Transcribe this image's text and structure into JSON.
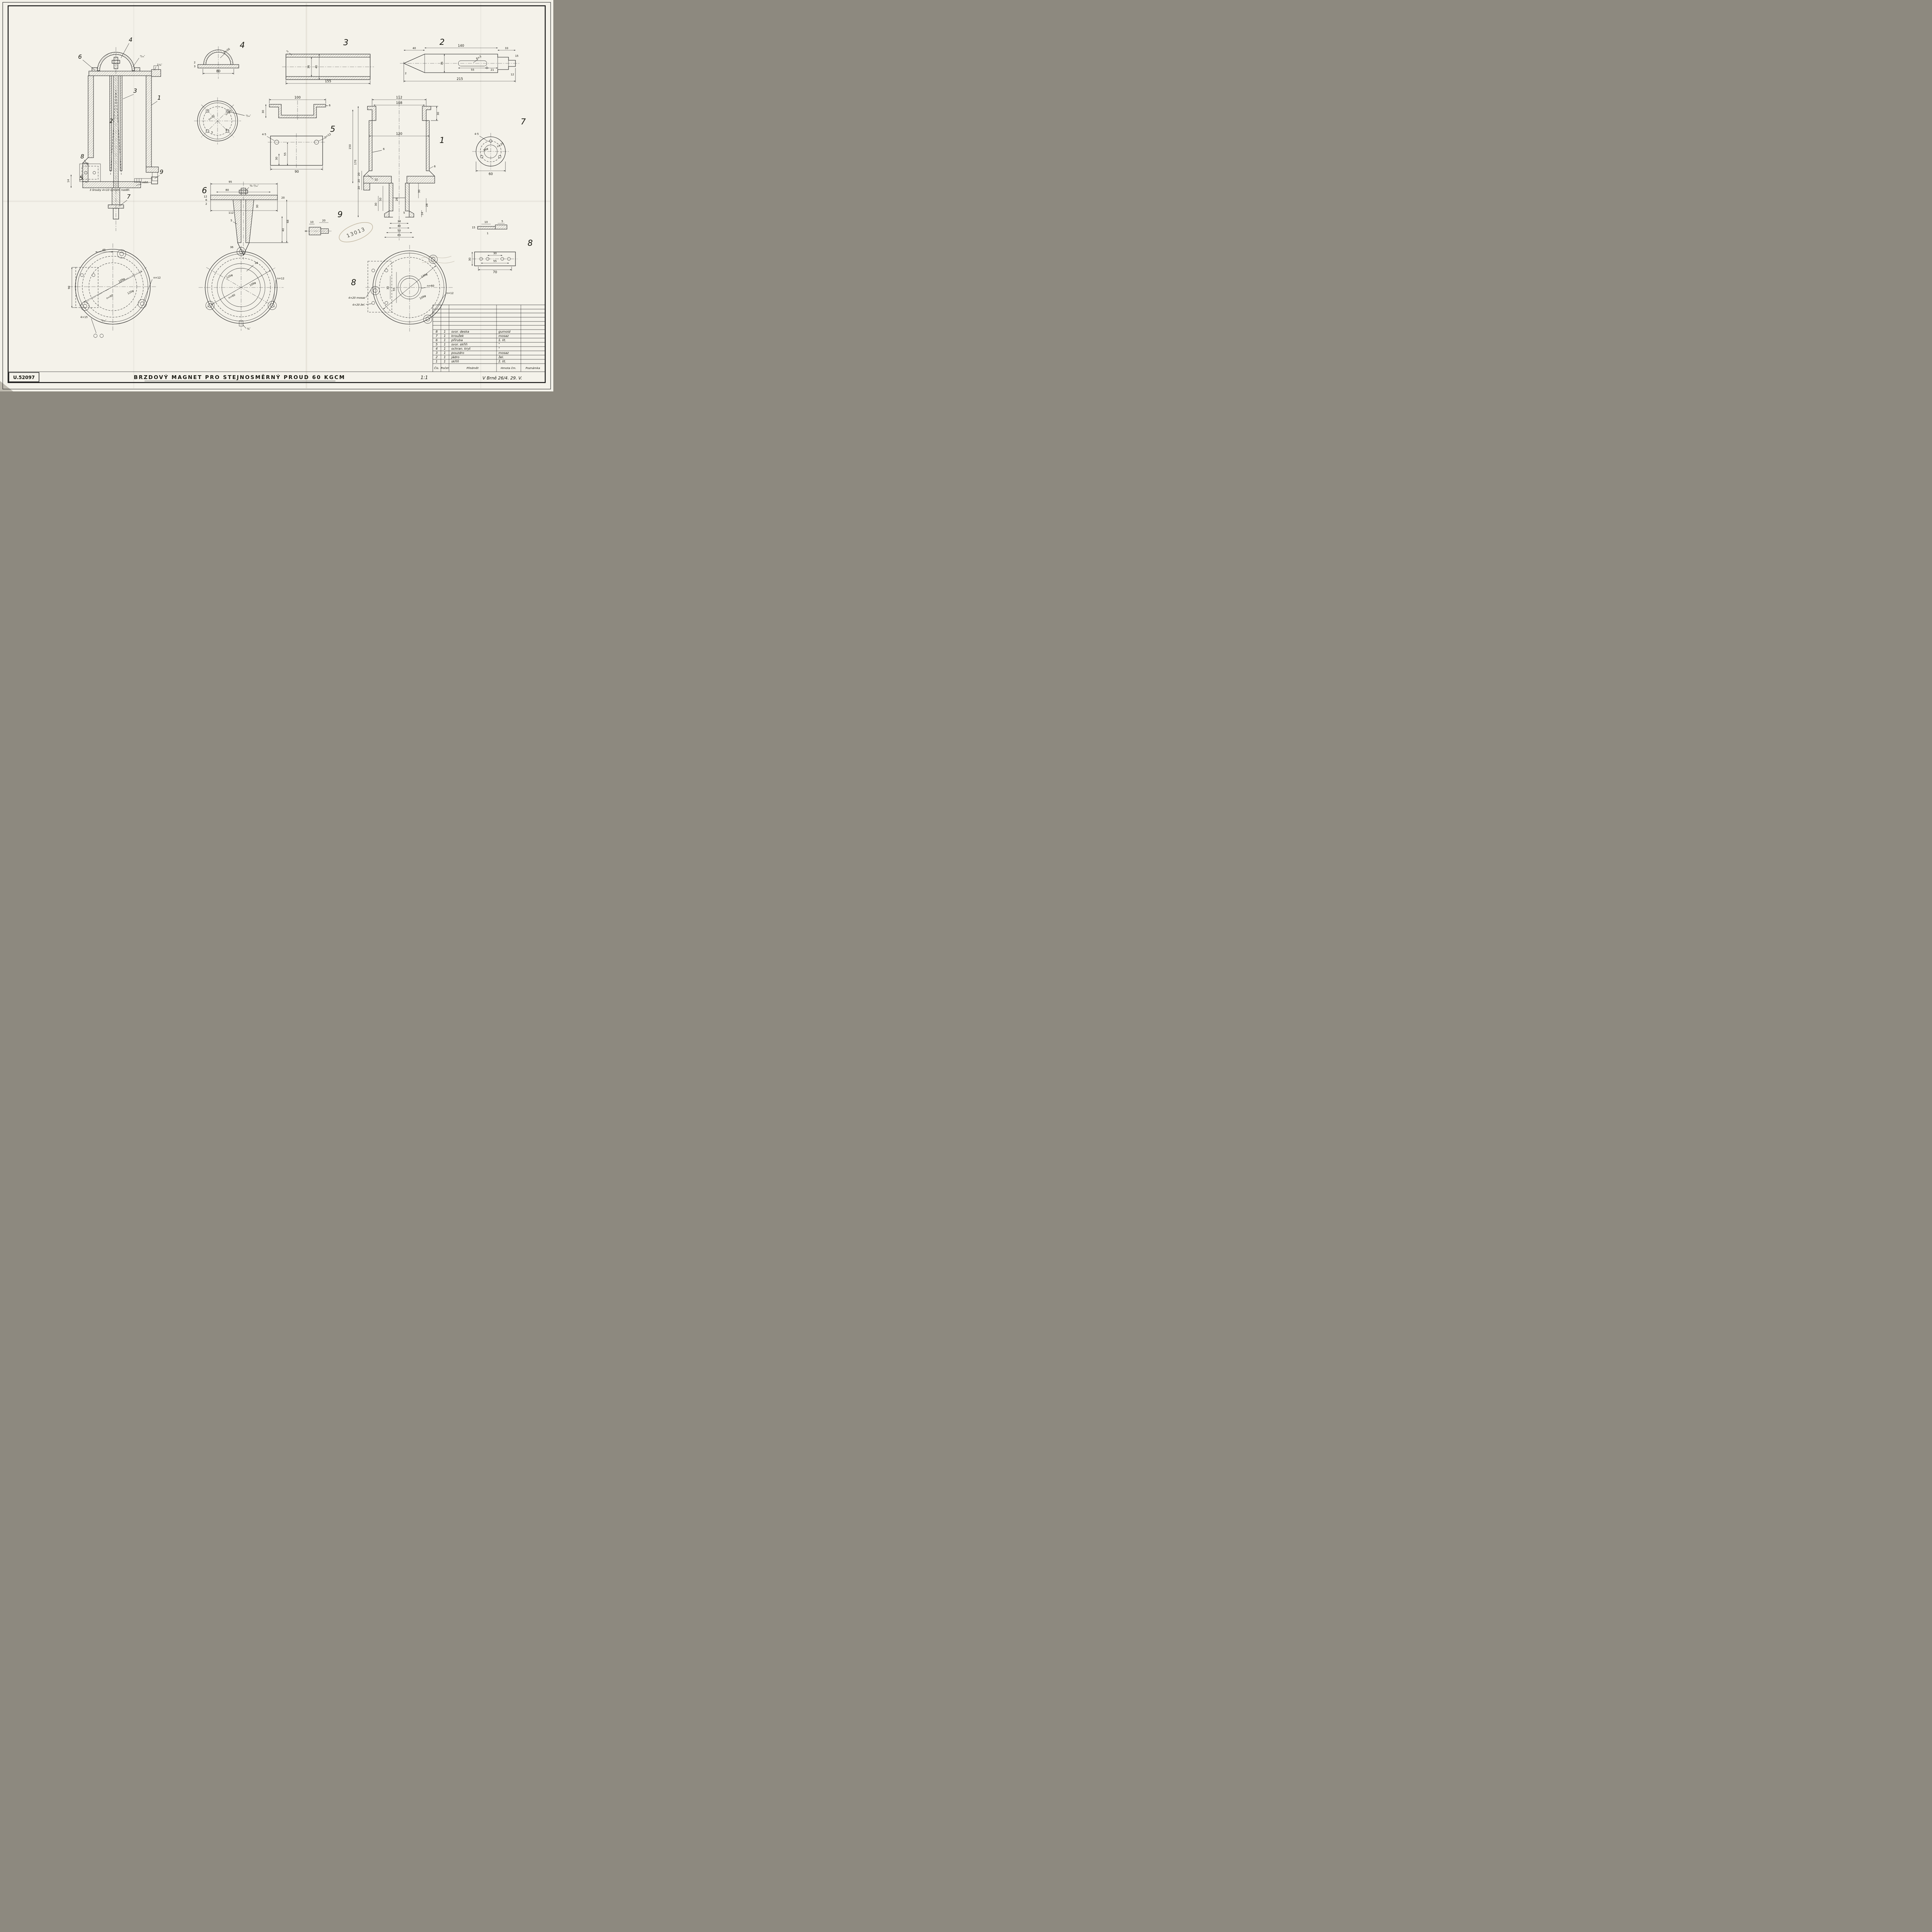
{
  "meta": {
    "drawing_no": "U.52097",
    "title": "BRZDOVÝ MAGNET PRO STEJNOSMĚRNÝ PROUD 60 KGCM",
    "scale": "1:1",
    "signature": "V Brně 26/4. 29. V.",
    "stamp": "13013"
  },
  "table": {
    "headers": {
      "cis": "Čís.",
      "pocet": "Počet",
      "predmet": "Předmět",
      "hmota": "Hmota čm.",
      "poznamka": "Poznámka"
    },
    "rows": [
      {
        "c": "8",
        "p": "1",
        "n": "svor. deska",
        "m": "gumoid"
      },
      {
        "c": "7",
        "p": "1",
        "n": "kroužek",
        "m": "mosaz"
      },
      {
        "c": "6",
        "p": "1",
        "n": "příruba",
        "m": "š. lit."
      },
      {
        "c": "5",
        "p": "1",
        "n": "svor. skříň",
        "m": "\""
      },
      {
        "c": "4",
        "p": "1",
        "n": "ochran. kryt",
        "m": "\""
      },
      {
        "c": "3",
        "p": "1",
        "n": "pouzdro",
        "m": "mosaz"
      },
      {
        "c": "2",
        "p": "1",
        "n": "jádro",
        "m": "žel."
      },
      {
        "c": "1",
        "p": "1",
        "n": "skříň",
        "m": "ž. lit."
      }
    ]
  },
  "assembly": {
    "c1": "1",
    "c2": "2",
    "c3": "3",
    "c4": "4",
    "c5": "5",
    "c6": "6",
    "c7": "7",
    "c8": "8",
    "c9": "9",
    "d316": "³/₁₆″",
    "d114": "1¼″",
    "d14": "14",
    "odst": "odst.",
    "note": "3 šrouby 4×10 symetr. rozděl."
  },
  "view4": {
    "label": "4",
    "d80": "80",
    "d26": "n=26",
    "d2": "2",
    "d3": "3"
  },
  "cover": {
    "n22": "n=22",
    "n25": "n=25",
    "d316": "³/₁₆″",
    "d6": "6",
    "d5": "5"
  },
  "view3": {
    "label": "3",
    "d155": "155",
    "d36": "36",
    "d40": "40",
    "d2": "2"
  },
  "view2": {
    "label": "2",
    "d40": "40",
    "d140": "140",
    "d33": "33",
    "d15": "15",
    "d36": "36",
    "d8x3": "8×3",
    "d55": "55",
    "d21": "21",
    "d12": "12",
    "d215": "215",
    "d2": "2"
  },
  "view5": {
    "label": "5",
    "d100": "100",
    "d30": "30",
    "d6": "6",
    "d45": "4·5",
    "n12": "n=12",
    "d55": "55",
    "d30b": "30",
    "d90": "90"
  },
  "view1": {
    "label": "1",
    "d112": "112",
    "d108": "108",
    "d30": "30",
    "d170": "170",
    "d150": "150",
    "d120": "120",
    "d6a": "6",
    "d6b": "6",
    "d12": "12",
    "d20a": "20",
    "d20b": "20",
    "d20c": "20",
    "d38": "38",
    "d40": "40",
    "d50a": "50",
    "d60": "60",
    "d26": "26",
    "d50b": "50",
    "d30b": "30",
    "d30c": "30",
    "d14": "14",
    "d28": "28",
    "d5": "5"
  },
  "view7": {
    "label": "7",
    "d45": "4·5",
    "d36": "36φ",
    "d25": "n=25",
    "d60": "60"
  },
  "view6": {
    "label": "6",
    "d95": "95",
    "d80": "80",
    "thread": "⅜–³/₁₆″",
    "d12": "12",
    "d6": "6",
    "d2": "2",
    "d112": "112",
    "d20": "20",
    "d30": "30",
    "d68": "68",
    "d40": "40",
    "d36": "36",
    "d5": "5"
  },
  "view9": {
    "label": "9",
    "d10": "10",
    "d20": "20",
    "d8": "8"
  },
  "view8": {
    "label": "8",
    "d10": "10",
    "d5": "5",
    "d15": "15",
    "d1": "1",
    "d30": "30",
    "d55": "55",
    "d30b": "30",
    "d70": "70"
  },
  "circleL": {
    "d45": "45",
    "d90": "90",
    "d108": "108φ",
    "d120": "120φ",
    "n60": "n=60",
    "n12": "n=12",
    "d4x15": "4×15",
    "d316": "³/₁₆″"
  },
  "circleM": {
    "d120": "120φ",
    "d108": "108φ",
    "n60": "n=60",
    "n12": "n=12",
    "d36": "36",
    "d14": "¼″"
  },
  "circleR": {
    "label": "8",
    "d130": "130φ",
    "d108": "108φ",
    "n60": "n=60",
    "n12": "n=12",
    "mosaz": "4×20 mosaz",
    "zel": "4×20 žel.",
    "d30": "30",
    "d55": "55"
  }
}
